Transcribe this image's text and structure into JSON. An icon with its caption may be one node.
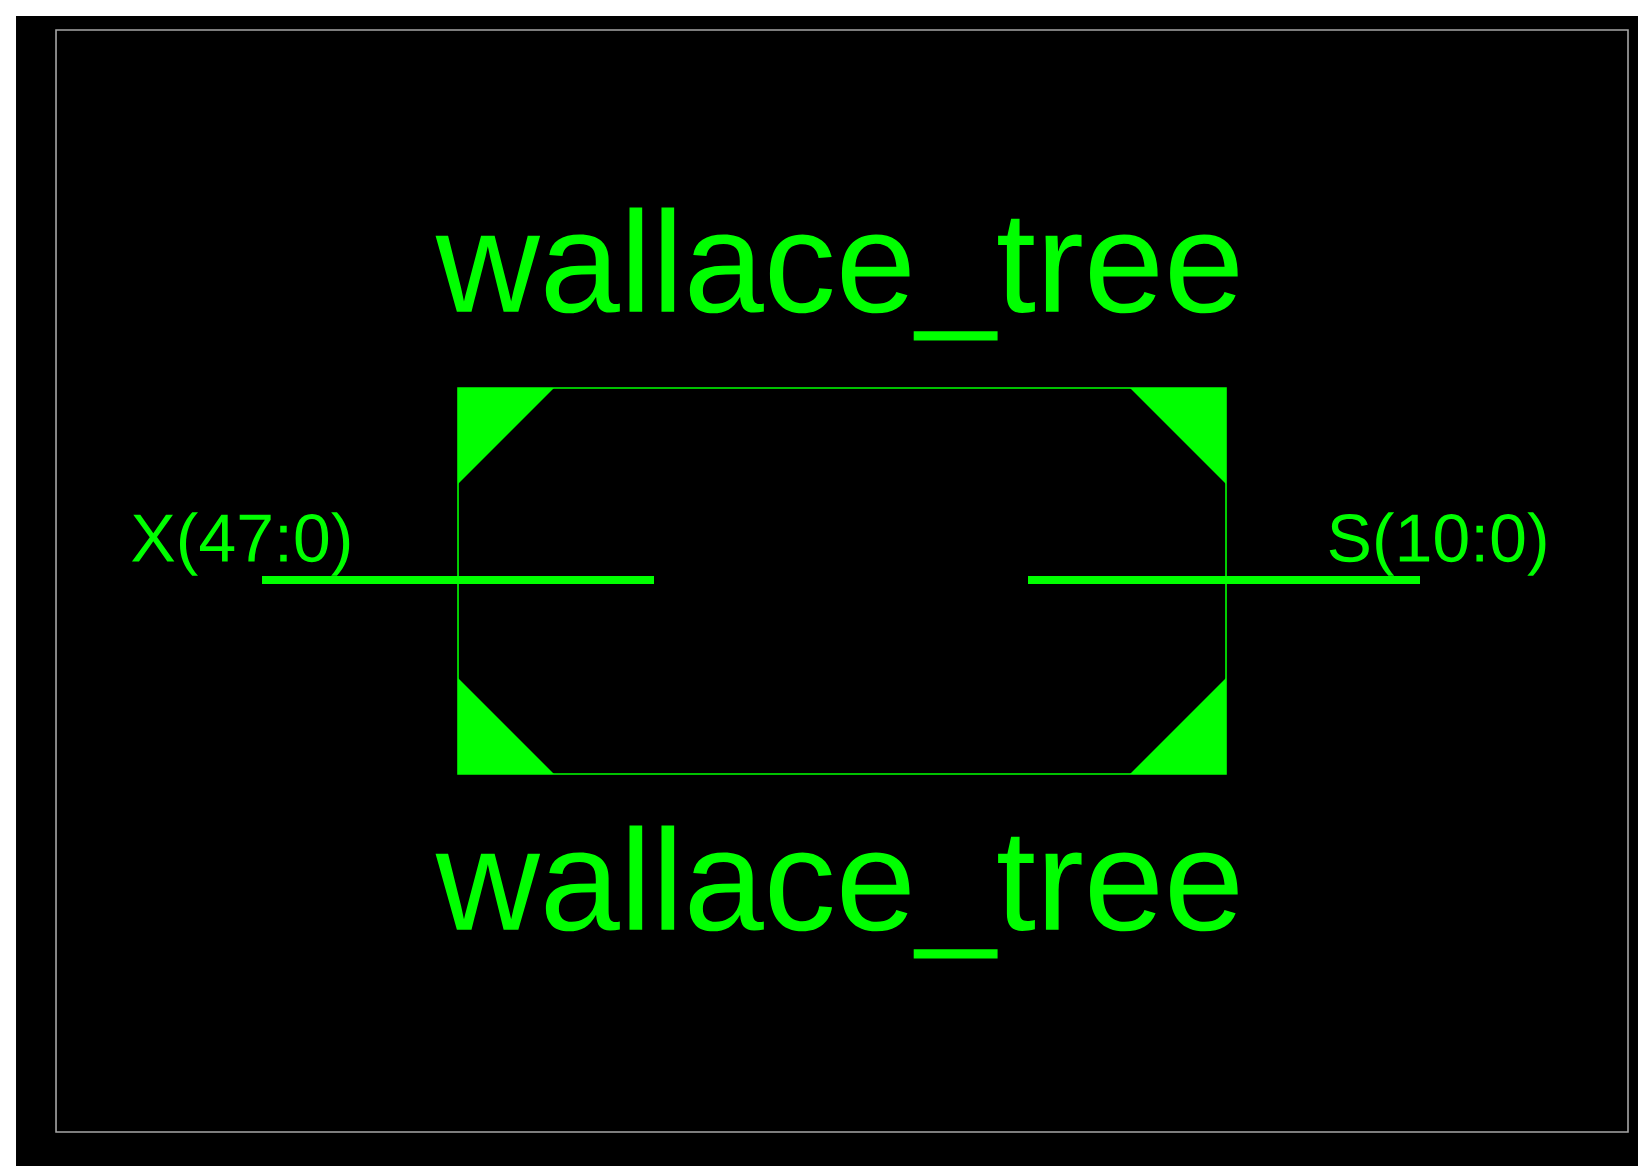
{
  "diagram": {
    "nodes": [
      {
        "text": [
          "wallace_tree",
          "wallace_tree"
        ]
      }
    ],
    "labels": [
      "X(47:0)",
      "S(10:0)"
    ]
  }
}
